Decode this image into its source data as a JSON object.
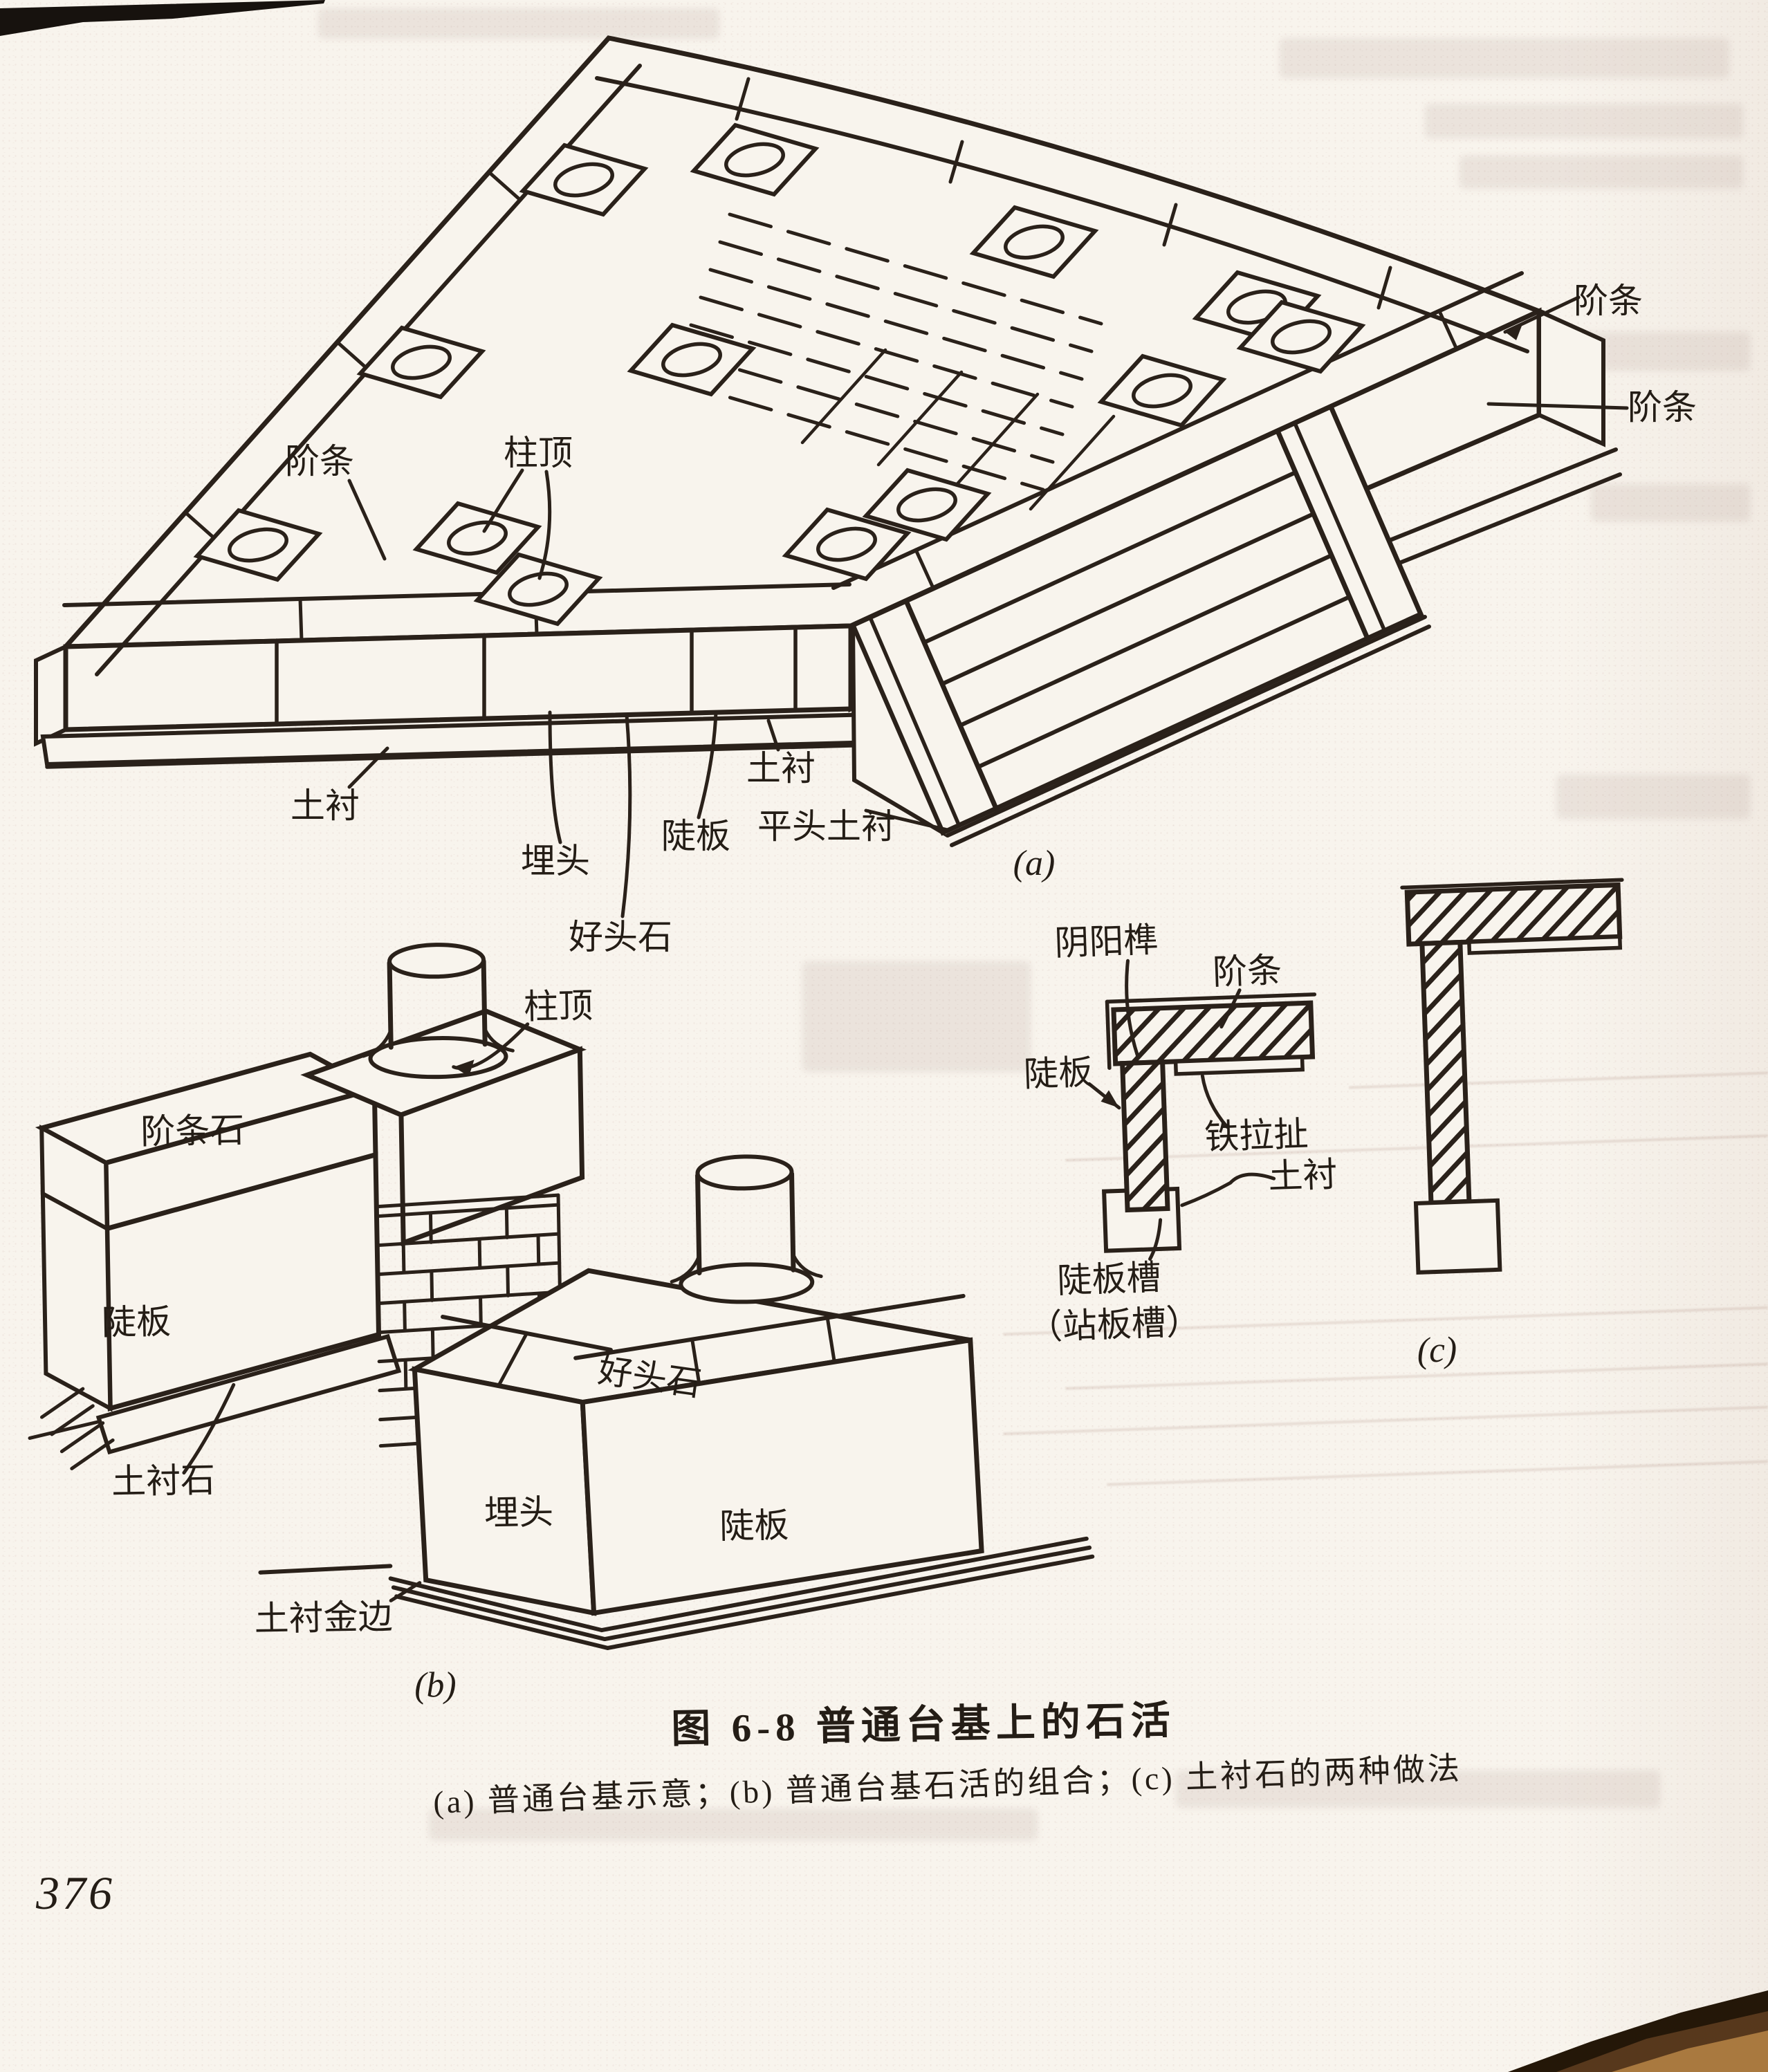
{
  "page": {
    "number": "376"
  },
  "caption": {
    "title": "图 6-8  普通台基上的石活",
    "subtitle": "(a) 普通台基示意；(b) 普通台基石活的组合；(c) 土衬石的两种做法"
  },
  "markers": {
    "a": "(a)",
    "b": "(b)",
    "c": "(c)"
  },
  "terms": {
    "jietiao": "阶条",
    "zhuding": "柱顶",
    "tuchen": "土衬",
    "maitou": "埋头",
    "douban": "陡板",
    "haotoushi": "好头石",
    "pingtou_tuchen": "平头土衬",
    "jietiaoshi": "阶条石",
    "tuchenshi": "土衬石",
    "tuchen_jinbian": "土衬金边",
    "yinyangsun": "阴阳榫",
    "tielazha": "铁拉扯",
    "doubancao": "陡板槽",
    "zhanbancao": "（站板槽）"
  },
  "colors": {
    "ink": "#2a211a",
    "paper": "#f8f4ed"
  }
}
